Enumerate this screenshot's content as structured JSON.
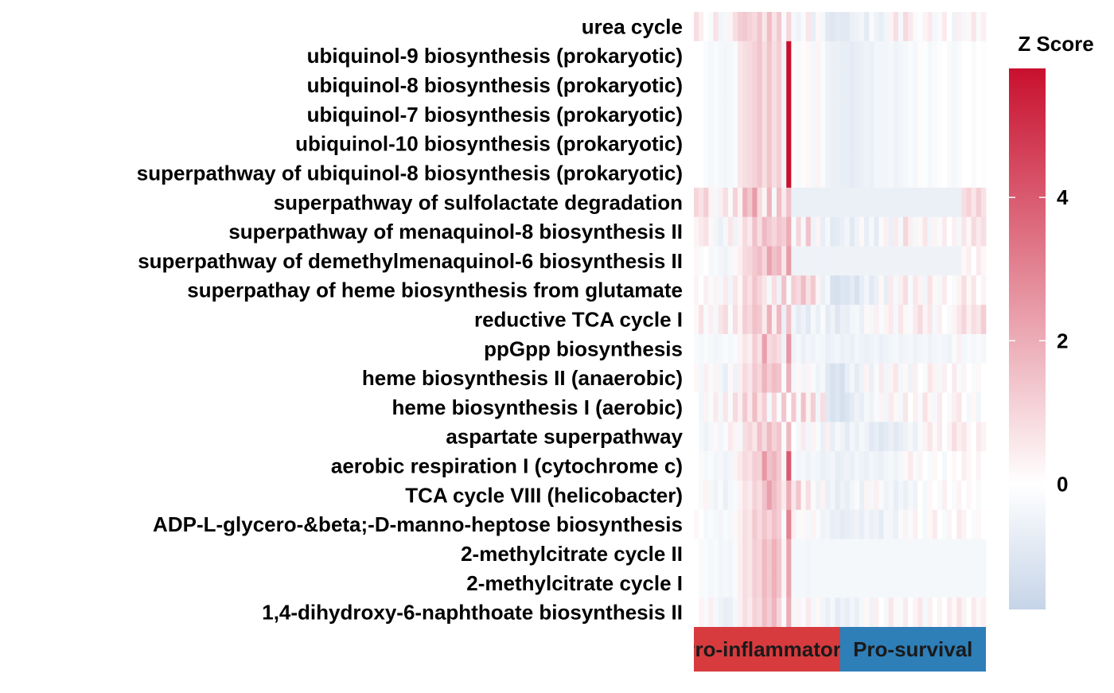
{
  "chart_data": {
    "type": "heatmap",
    "rows": [
      "urea cycle",
      "ubiquinol-9 biosynthesis (prokaryotic)",
      "ubiquinol-8 biosynthesis (prokaryotic)",
      "ubiquinol-7 biosynthesis (prokaryotic)",
      "ubiquinol-10 biosynthesis (prokaryotic)",
      "superpathway of ubiquinol-8 biosynthesis (prokaryotic)",
      "superpathway of sulfolactate degradation",
      "superpathway of menaquinol-8 biosynthesis II",
      "superpathway of demethylmenaquinol-6 biosynthesis II",
      "superpathay of heme biosynthesis from glutamate",
      "reductive TCA cycle I",
      "ppGpp biosynthesis",
      "heme biosynthesis II (anaerobic)",
      "heme biosynthesis I (aerobic)",
      "aspartate superpathway",
      "aerobic respiration I (cytochrome c)",
      "TCA cycle VIII (helicobacter)",
      "ADP-L-glycero-&beta;-D-manno-heptose biosynthesis",
      "2-methylcitrate cycle II",
      "2-methylcitrate cycle I",
      "1,4-dihydroxy-6-naphthoate biosynthesis II"
    ],
    "column_groups": [
      {
        "label": "Pro-inflammatory",
        "count": 30,
        "color": "#D73B3E"
      },
      {
        "label": "Pro-survival",
        "count": 30,
        "color": "#2E7EB8"
      }
    ],
    "legend": {
      "title": "Z Score",
      "ticks": [
        "4",
        "2",
        "0"
      ],
      "tick_values": [
        4,
        2,
        0
      ],
      "range": [
        -1.75,
        5.8
      ],
      "color_low": "#C6D4E8",
      "color_mid": "#FFFFFF",
      "color_high": "#C8102E"
    },
    "values": [
      [
        0.8,
        0.4,
        0.0,
        -0.2,
        0.7,
        -0.4,
        -0.3,
        0.3,
        0.8,
        1.2,
        1.3,
        1.1,
        0.9,
        1.4,
        0.6,
        1.6,
        0.7,
        1.3,
        -0.2,
        1.0,
        -0.3,
        -0.5,
        -0.2,
        0.6,
        -0.7,
        0.2,
        -0.3,
        -0.9,
        -1.0,
        -0.8,
        -0.9,
        -0.9,
        -0.6,
        -0.5,
        -0.4,
        -0.8,
        -0.2,
        -0.5,
        -0.7,
        -0.4,
        0.3,
        0.8,
        -0.3,
        0.9,
        0.5,
        -0.2,
        -0.1,
        0.3,
        0.5,
        -0.3,
        -0.2,
        0.5,
        0.0,
        -0.5,
        0.4,
        -0.3,
        0.2,
        0.6,
        -0.2,
        0.4
      ],
      [
        0.0,
        0.0,
        -0.2,
        -0.3,
        -0.2,
        -0.3,
        -0.4,
        -0.3,
        -0.2,
        0.6,
        0.8,
        0.9,
        1.1,
        1.4,
        0.8,
        1.4,
        0.8,
        1.2,
        -0.4,
        5.8,
        0.1,
        -0.2,
        0.1,
        0.2,
        -0.3,
        0.3,
        -0.2,
        -0.5,
        -0.6,
        -0.6,
        -0.7,
        -0.7,
        -0.8,
        -0.7,
        -0.6,
        -0.5,
        -0.6,
        -0.4,
        -0.4,
        -0.4,
        -0.3,
        -0.5,
        -0.4,
        -0.3,
        -0.2,
        -0.3,
        0.1,
        -0.1,
        -0.3,
        -0.2,
        -0.1,
        0.0,
        -0.2,
        -0.3,
        -0.2,
        0.0,
        0.0,
        -0.2,
        0.0,
        -0.1
      ],
      [
        0.0,
        0.0,
        -0.2,
        -0.3,
        -0.2,
        -0.3,
        -0.4,
        -0.3,
        -0.2,
        0.6,
        0.8,
        0.9,
        1.1,
        1.4,
        0.8,
        1.4,
        0.8,
        1.2,
        -0.4,
        5.8,
        0.1,
        -0.2,
        0.1,
        0.2,
        -0.3,
        0.3,
        -0.2,
        -0.5,
        -0.6,
        -0.6,
        -0.7,
        -0.7,
        -0.8,
        -0.7,
        -0.6,
        -0.5,
        -0.6,
        -0.4,
        -0.4,
        -0.4,
        -0.3,
        -0.5,
        -0.4,
        -0.3,
        -0.2,
        -0.3,
        0.1,
        -0.1,
        -0.3,
        -0.2,
        -0.1,
        0.0,
        -0.2,
        -0.3,
        -0.2,
        0.0,
        0.0,
        -0.2,
        0.0,
        -0.1
      ],
      [
        0.0,
        0.0,
        -0.2,
        -0.3,
        -0.2,
        -0.3,
        -0.4,
        -0.3,
        -0.2,
        0.6,
        0.8,
        0.9,
        1.1,
        1.4,
        0.8,
        1.4,
        0.8,
        1.2,
        -0.4,
        5.8,
        0.1,
        -0.2,
        0.1,
        0.2,
        -0.3,
        0.3,
        -0.2,
        -0.5,
        -0.6,
        -0.6,
        -0.7,
        -0.7,
        -0.8,
        -0.7,
        -0.6,
        -0.5,
        -0.6,
        -0.4,
        -0.4,
        -0.4,
        -0.3,
        -0.5,
        -0.4,
        -0.3,
        -0.2,
        -0.3,
        0.1,
        -0.1,
        -0.3,
        -0.2,
        -0.1,
        0.0,
        -0.2,
        -0.3,
        -0.2,
        0.0,
        0.0,
        -0.2,
        0.0,
        -0.1
      ],
      [
        0.0,
        0.0,
        -0.2,
        -0.3,
        -0.2,
        -0.3,
        -0.4,
        -0.3,
        -0.2,
        0.6,
        0.8,
        0.9,
        1.1,
        1.4,
        0.8,
        1.4,
        0.8,
        1.2,
        -0.4,
        5.8,
        0.1,
        -0.2,
        0.1,
        0.2,
        -0.3,
        0.3,
        -0.2,
        -0.5,
        -0.6,
        -0.6,
        -0.7,
        -0.7,
        -0.8,
        -0.7,
        -0.6,
        -0.5,
        -0.6,
        -0.4,
        -0.4,
        -0.4,
        -0.3,
        -0.5,
        -0.4,
        -0.3,
        -0.2,
        -0.3,
        0.1,
        -0.1,
        -0.3,
        -0.2,
        -0.1,
        0.0,
        -0.2,
        -0.3,
        -0.2,
        0.0,
        0.0,
        -0.2,
        0.0,
        -0.1
      ],
      [
        0.0,
        0.0,
        -0.2,
        -0.3,
        -0.2,
        -0.3,
        -0.4,
        -0.3,
        -0.2,
        0.6,
        0.8,
        0.9,
        1.1,
        1.4,
        0.8,
        1.4,
        0.8,
        1.2,
        -0.4,
        5.8,
        0.1,
        -0.2,
        0.1,
        0.2,
        -0.3,
        0.3,
        -0.2,
        -0.5,
        -0.6,
        -0.6,
        -0.7,
        -0.7,
        -0.8,
        -0.7,
        -0.6,
        -0.5,
        -0.6,
        -0.4,
        -0.4,
        -0.4,
        -0.3,
        -0.5,
        -0.4,
        -0.3,
        -0.2,
        -0.3,
        0.1,
        -0.1,
        -0.3,
        -0.2,
        -0.1,
        0.0,
        -0.2,
        -0.3,
        -0.2,
        0.0,
        0.0,
        -0.2,
        0.0,
        -0.1
      ],
      [
        1.0,
        0.7,
        1.2,
        0.3,
        -0.3,
        0.4,
        0.8,
        -0.2,
        1.1,
        0.3,
        1.9,
        1.3,
        2.4,
        0.9,
        0.3,
        1.8,
        -0.3,
        1.6,
        0.5,
        1.5,
        -0.6,
        -0.6,
        -0.6,
        -0.6,
        -0.6,
        -0.6,
        -0.6,
        -0.6,
        -0.6,
        -0.6,
        -0.6,
        -0.6,
        -0.6,
        -0.6,
        -0.6,
        -0.6,
        -0.6,
        -0.6,
        -0.6,
        -0.6,
        -0.6,
        -0.6,
        -0.6,
        -0.6,
        -0.6,
        -0.6,
        -0.6,
        -0.6,
        -0.6,
        -0.6,
        -0.6,
        -0.6,
        -0.6,
        -0.6,
        -0.6,
        0.8,
        1.1,
        0.6,
        1.2,
        0.7
      ],
      [
        0.3,
        0.5,
        0.7,
        0.2,
        -0.4,
        -0.6,
        -0.3,
        0.6,
        -0.5,
        0.3,
        0.9,
        0.5,
        1.5,
        0.8,
        1.7,
        1.3,
        1.0,
        1.4,
        1.2,
        2.0,
        -0.2,
        1.0,
        -0.3,
        1.5,
        -0.5,
        0.3,
        -0.7,
        -0.3,
        -0.9,
        -0.8,
        -0.6,
        -0.4,
        -0.9,
        -0.5,
        0.2,
        -0.7,
        -0.3,
        -0.8,
        -0.2,
        0.4,
        -0.6,
        0.5,
        -0.3,
        1.0,
        0.4,
        -0.3,
        0.2,
        0.6,
        -0.4,
        0.3,
        -0.2,
        0.5,
        0.0,
        0.4,
        -0.3,
        0.6,
        0.2,
        0.9,
        0.5,
        0.8
      ],
      [
        0.2,
        -0.2,
        0.0,
        -0.3,
        -0.2,
        -0.4,
        -0.5,
        -0.3,
        0.2,
        0.4,
        0.9,
        1.0,
        1.3,
        1.6,
        1.0,
        2.2,
        1.5,
        1.8,
        0.6,
        2.4,
        -0.5,
        -0.5,
        -0.5,
        -0.5,
        -0.5,
        -0.5,
        -0.5,
        -0.5,
        -0.5,
        -0.5,
        -0.5,
        -0.5,
        -0.5,
        -0.5,
        -0.5,
        -0.5,
        -0.5,
        -0.5,
        -0.5,
        -0.5,
        -0.5,
        -0.5,
        -0.5,
        -0.5,
        -0.5,
        -0.5,
        -0.5,
        -0.5,
        -0.5,
        -0.5,
        -0.5,
        -0.5,
        -0.5,
        -0.5,
        -0.5,
        0.2,
        0.4,
        0.0,
        0.5,
        0.2
      ],
      [
        0.3,
        0.0,
        0.4,
        -0.2,
        0.3,
        -0.3,
        0.5,
        -0.4,
        0.6,
        0.2,
        1.1,
        0.7,
        1.4,
        1.0,
        0.6,
        -0.3,
        0.8,
        -0.5,
        1.5,
        -0.2,
        1.2,
        0.9,
        1.6,
        0.7,
        1.3,
        0.3,
        -0.6,
        -0.3,
        -1.2,
        -1.3,
        -1.0,
        -1.1,
        -0.8,
        -1.2,
        -0.7,
        -0.4,
        -0.9,
        -0.6,
        0.2,
        -0.7,
        0.5,
        -0.3,
        0.4,
        0.8,
        -0.2,
        0.6,
        0.3,
        -0.4,
        0.7,
        0.2,
        -0.3,
        0.5,
        0.0,
        -0.2,
        0.3,
        0.8,
        0.2,
        0.6,
        0.0,
        0.3
      ],
      [
        0.2,
        0.7,
        -0.2,
        0.4,
        -0.3,
        0.6,
        0.9,
        -0.2,
        0.8,
        0.3,
        1.2,
        0.9,
        1.5,
        1.3,
        0.5,
        1.9,
        0.4,
        1.7,
        -0.6,
        1.5,
        -0.4,
        -0.8,
        -0.5,
        -0.9,
        -0.3,
        -0.6,
        -0.2,
        -0.8,
        -0.5,
        -1.0,
        -0.6,
        -0.7,
        -0.4,
        -0.3,
        -0.6,
        0.2,
        -0.3,
        0.4,
        -0.2,
        0.3,
        0.5,
        -0.3,
        0.6,
        0.2,
        -0.2,
        0.5,
        0.9,
        0.3,
        0.6,
        -0.3,
        0.4,
        0.0,
        -0.2,
        0.3,
        0.6,
        1.0,
        0.4,
        0.8,
        0.6,
        1.2
      ],
      [
        -0.2,
        -0.3,
        -0.2,
        -0.3,
        -0.4,
        -0.3,
        -0.2,
        -0.3,
        -0.2,
        0.3,
        0.6,
        0.4,
        1.2,
        0.7,
        2.3,
        0.9,
        1.1,
        0.8,
        -0.5,
        2.5,
        -0.5,
        -0.3,
        -0.6,
        -0.4,
        -0.5,
        -0.3,
        -0.4,
        -0.6,
        -0.5,
        -0.4,
        -0.6,
        -0.5,
        -0.6,
        -0.4,
        -0.5,
        -0.6,
        -0.5,
        -0.4,
        -0.6,
        -0.5,
        -0.4,
        -0.3,
        -0.5,
        -0.4,
        -0.3,
        -0.5,
        -0.4,
        -0.3,
        -0.5,
        -0.4,
        -0.3,
        -0.4,
        -0.5,
        -0.2,
        0.4,
        -0.3,
        -0.2,
        -0.3,
        -0.2,
        -0.3
      ],
      [
        0.2,
        -0.3,
        0.4,
        -0.2,
        0.3,
        -0.4,
        -0.7,
        0.2,
        -0.5,
        0.4,
        0.9,
        0.6,
        1.3,
        1.0,
        1.8,
        1.2,
        1.6,
        1.4,
        -0.2,
        1.9,
        -0.3,
        0.2,
        -0.4,
        0.3,
        -0.2,
        -0.5,
        -0.3,
        -0.9,
        -1.2,
        -1.0,
        -1.3,
        -0.7,
        -0.4,
        -0.8,
        -0.5,
        0.3,
        -0.6,
        -0.2,
        0.5,
        -0.4,
        0.3,
        0.6,
        -0.3,
        0.2,
        -0.5,
        0.4,
        0.0,
        -0.2,
        0.6,
        0.3,
        -0.3,
        0.4,
        0.0,
        0.5,
        -0.2,
        0.3,
        0.0,
        -0.2,
        0.2,
        0.0
      ],
      [
        0.0,
        -0.4,
        0.3,
        -0.2,
        0.5,
        -0.3,
        0.6,
        -0.2,
        0.9,
        0.4,
        1.3,
        0.5,
        1.6,
        0.6,
        1.2,
        -0.3,
        1.0,
        -0.2,
        1.4,
        0.0,
        1.3,
        -0.2,
        1.5,
        0.3,
        1.2,
        -0.4,
        0.8,
        -0.9,
        -1.2,
        -1.0,
        -1.3,
        -1.1,
        -0.8,
        -0.5,
        -0.7,
        -0.3,
        -0.5,
        -0.2,
        0.3,
        -0.4,
        0.5,
        0.2,
        -0.3,
        0.6,
        0.0,
        0.4,
        -0.2,
        0.7,
        0.2,
        -0.3,
        0.5,
        0.0,
        -0.2,
        0.4,
        0.6,
        0.0,
        -0.3,
        0.2,
        -0.4,
        0.0
      ],
      [
        0.0,
        -0.3,
        -0.5,
        -0.3,
        0.2,
        -0.4,
        -0.2,
        0.5,
        0.3,
        -0.3,
        0.8,
        1.0,
        0.6,
        1.5,
        0.9,
        1.7,
        1.1,
        1.4,
        -0.2,
        1.7,
        0.0,
        -0.3,
        0.5,
        -0.4,
        0.3,
        -0.2,
        -0.6,
        0.4,
        -0.7,
        -0.3,
        -0.5,
        -0.8,
        -0.4,
        -0.6,
        -0.3,
        -0.5,
        -0.9,
        -0.7,
        -1.0,
        -0.8,
        -0.6,
        -0.9,
        -0.7,
        -0.5,
        -0.3,
        -0.6,
        -0.2,
        0.3,
        0.6,
        0.2,
        0.5,
        0.0,
        0.3,
        0.8,
        0.4,
        0.6,
        0.2,
        0.0,
        0.5,
        0.3
      ],
      [
        0.0,
        -0.2,
        -0.3,
        -0.2,
        -0.4,
        -0.3,
        -0.5,
        -0.4,
        0.3,
        0.5,
        0.9,
        0.7,
        1.2,
        1.1,
        2.5,
        1.5,
        1.8,
        1.3,
        -0.3,
        4.0,
        -0.2,
        -0.4,
        -0.3,
        -0.5,
        -0.3,
        -0.4,
        -0.6,
        -0.5,
        -0.4,
        -0.7,
        -0.6,
        -0.5,
        -0.6,
        -0.4,
        -0.5,
        -0.6,
        -0.4,
        -0.5,
        -0.6,
        -0.4,
        -0.3,
        -0.5,
        -0.3,
        0.2,
        0.5,
        -0.2,
        0.3,
        0.0,
        -0.2,
        0.2,
        0.0,
        -0.3,
        0.0,
        0.2,
        0.0,
        0.4,
        0.2,
        0.0,
        0.3,
        0.0
      ],
      [
        0.0,
        -0.2,
        0.3,
        -0.3,
        -0.5,
        -0.2,
        -0.6,
        -0.3,
        -0.2,
        0.3,
        0.7,
        0.5,
        1.1,
        0.8,
        1.5,
        2.3,
        1.6,
        1.2,
        0.5,
        2.0,
        0.6,
        1.4,
        0.2,
        0.8,
        -0.2,
        -0.5,
        0.3,
        -0.6,
        -0.4,
        -0.8,
        -0.5,
        -0.7,
        -0.4,
        -0.2,
        -0.6,
        0.3,
        -0.3,
        0.4,
        -0.2,
        -0.5,
        -0.3,
        -0.7,
        -0.4,
        -0.6,
        -0.3,
        -0.5,
        0.0,
        -0.3,
        0.2,
        0.0,
        -0.2,
        0.4,
        0.0,
        -0.2,
        0.3,
        0.0,
        0.2,
        0.0,
        -0.2,
        0.0
      ],
      [
        0.2,
        0.0,
        -0.3,
        -0.2,
        -0.3,
        -0.4,
        -0.2,
        -0.3,
        0.2,
        0.4,
        0.8,
        0.6,
        1.3,
        0.9,
        1.4,
        1.0,
        1.5,
        1.2,
        -0.2,
        3.0,
        0.4,
        -0.2,
        0.2,
        -0.3,
        0.3,
        -0.2,
        -0.5,
        -0.4,
        -0.7,
        -0.6,
        -0.8,
        -0.7,
        -0.6,
        -0.5,
        -0.7,
        -0.4,
        -0.6,
        -0.5,
        -0.8,
        -0.3,
        -0.4,
        -0.6,
        -0.2,
        0.3,
        -0.2,
        0.4,
        0.0,
        -0.3,
        0.2,
        0.5,
        0.0,
        -0.2,
        0.3,
        0.0,
        0.5,
        0.3,
        0.0,
        -0.2,
        0.2,
        0.0
      ],
      [
        0.0,
        -0.2,
        -0.2,
        -0.3,
        -0.2,
        -0.4,
        -0.3,
        -0.4,
        -0.2,
        0.4,
        0.8,
        0.6,
        1.2,
        1.0,
        1.7,
        1.3,
        1.9,
        1.4,
        0.3,
        2.2,
        -0.3,
        -0.3,
        -0.3,
        -0.4,
        -0.3,
        -0.3,
        -0.3,
        -0.3,
        -0.3,
        -0.3,
        -0.3,
        -0.3,
        -0.3,
        -0.3,
        -0.3,
        -0.3,
        -0.3,
        -0.3,
        -0.3,
        -0.3,
        -0.3,
        -0.3,
        -0.3,
        -0.3,
        -0.3,
        -0.3,
        -0.3,
        -0.3,
        -0.3,
        -0.3,
        -0.3,
        -0.3,
        -0.3,
        -0.3,
        -0.3,
        -0.3,
        -0.3,
        -0.3,
        -0.3,
        -0.3
      ],
      [
        0.0,
        -0.2,
        -0.2,
        -0.3,
        -0.2,
        -0.4,
        -0.3,
        -0.4,
        -0.2,
        0.4,
        0.8,
        0.6,
        1.2,
        1.0,
        1.7,
        1.3,
        1.9,
        1.4,
        0.3,
        2.2,
        -0.3,
        -0.3,
        -0.3,
        -0.4,
        -0.3,
        -0.3,
        -0.3,
        -0.3,
        -0.3,
        -0.3,
        -0.3,
        -0.3,
        -0.3,
        -0.3,
        -0.3,
        -0.3,
        -0.3,
        -0.3,
        -0.3,
        -0.3,
        -0.3,
        -0.3,
        -0.3,
        -0.3,
        -0.3,
        -0.3,
        -0.3,
        -0.3,
        -0.3,
        -0.3,
        -0.3,
        -0.3,
        -0.3,
        -0.3,
        -0.3,
        -0.3,
        -0.3,
        -0.3,
        -0.3,
        -0.3
      ],
      [
        0.0,
        0.3,
        -0.2,
        0.4,
        -0.3,
        -0.5,
        -0.7,
        -0.6,
        -0.3,
        0.4,
        0.8,
        0.5,
        1.1,
        0.9,
        1.6,
        1.2,
        1.8,
        1.0,
        -0.2,
        2.0,
        -0.3,
        0.3,
        -0.2,
        0.5,
        -0.3,
        0.2,
        -0.4,
        -0.6,
        -0.3,
        -0.8,
        -0.5,
        -0.7,
        -0.4,
        -0.6,
        -0.3,
        0.2,
        -0.5,
        0.4,
        0.0,
        -0.3,
        0.6,
        0.2,
        -0.2,
        0.5,
        0.0,
        0.3,
        0.6,
        -0.3,
        0.4,
        0.0,
        0.3,
        0.0,
        0.5,
        0.2,
        0.7,
        0.3,
        0.0,
        0.5,
        0.2,
        0.4
      ]
    ]
  }
}
